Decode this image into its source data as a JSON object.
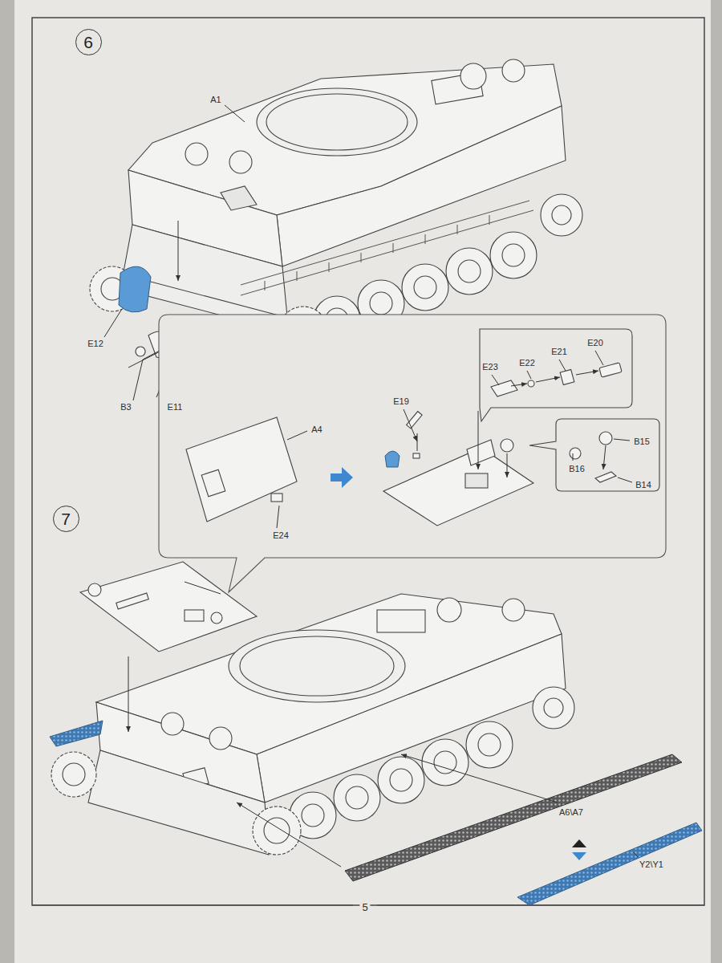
{
  "diagram": {
    "nodes": [
      {
        "text": [
          "6"
        ]
      },
      {
        "text": [
          "7"
        ]
      }
    ],
    "labels": [
      "A1",
      "E12",
      "B3",
      "E11",
      "A4",
      "E24",
      "E19",
      "E23",
      "E22",
      "E21",
      "E20",
      "B16",
      "B15",
      "B14",
      "A6\\A7",
      "Y2\\Y1",
      "5"
    ]
  }
}
